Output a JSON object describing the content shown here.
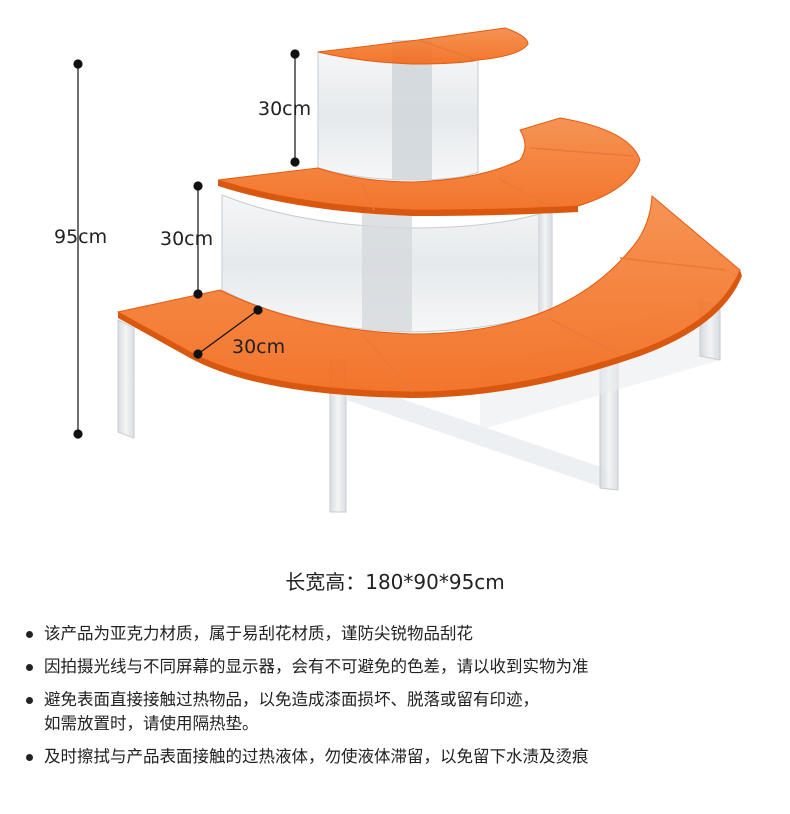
{
  "dimension_labels": {
    "total_height": "95cm",
    "tier_top": "30cm",
    "tier_middle": "30cm",
    "shelf_depth": "30cm"
  },
  "product_size": {
    "label": "长宽高：",
    "value": "180*90*95cm"
  },
  "notes": [
    {
      "line1": "该产品为亚克力材质，属于易刮花材质，谨防尖锐物品刮花"
    },
    {
      "line1": "因拍摄光线与不同屏幕的显示器，会有不可避免的色差，请以收到实物为准"
    },
    {
      "line1": "避免表面直接接触过热物品，以免造成漆面损坏、脱落或留有印迹，",
      "line2": "如需放置时，请使用隔热垫。"
    },
    {
      "line1": "及时擦拭与产品表面接触的过热液体，勿使液体滞留，以免留下水渍及烫痕"
    }
  ],
  "colors": {
    "shelf_orange": "#f26a1b",
    "shelf_orange_light": "#f58a45",
    "acrylic_clear": "#dfe3e6",
    "text": "#222222"
  }
}
